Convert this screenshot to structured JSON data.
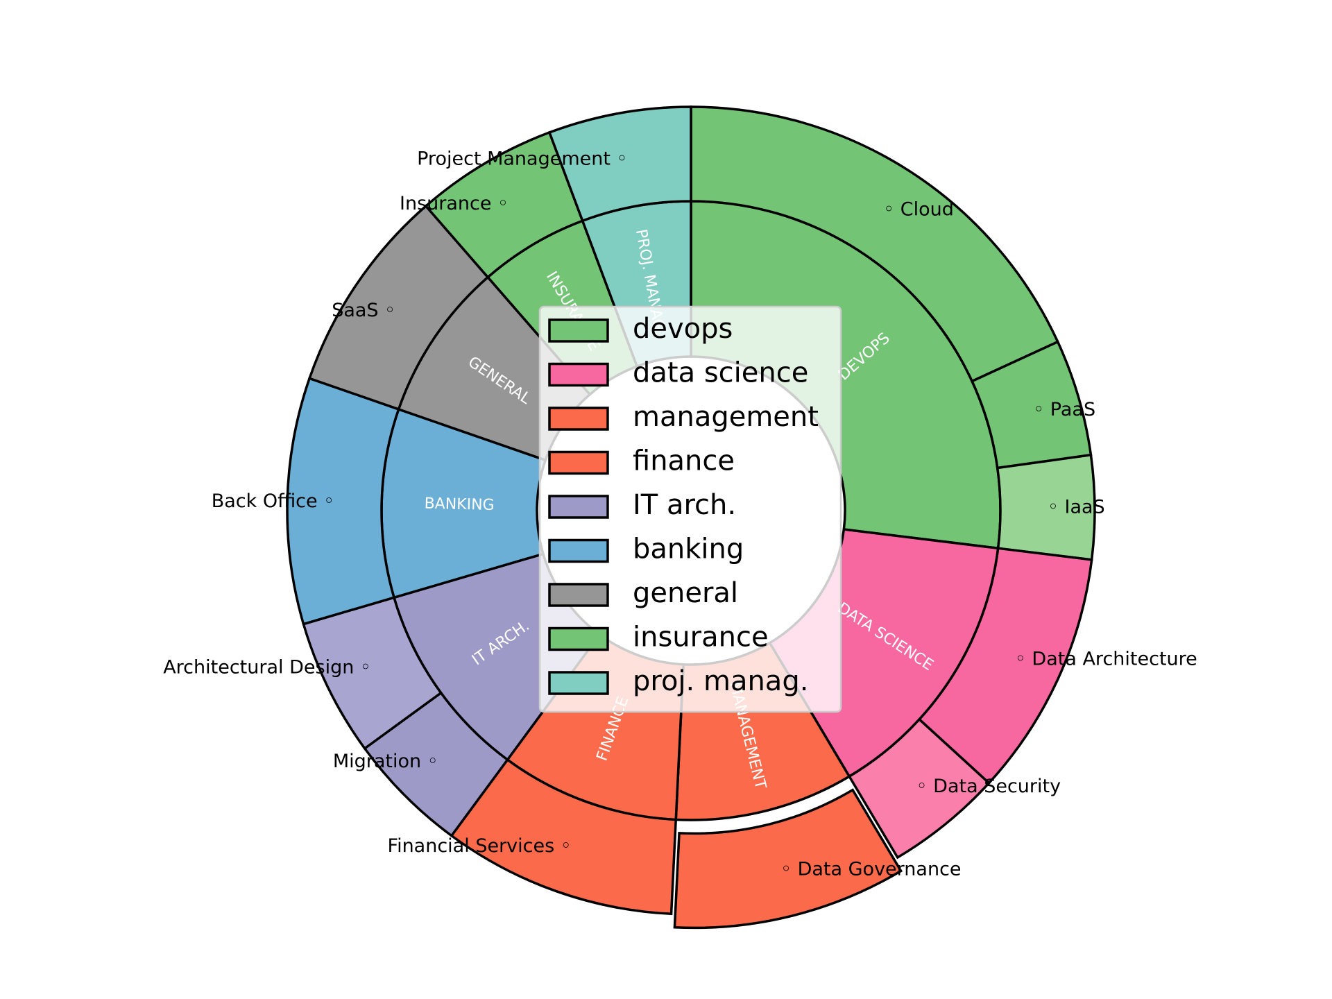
{
  "chart_data": {
    "type": "sunburst",
    "inner_ring": [
      {
        "category": "devops",
        "label": "DEVOPS",
        "value": 26.0,
        "color": "#74c476"
      },
      {
        "category": "data science",
        "label": "DATA SCIENCE",
        "value": 14.0,
        "color": "#f768a1"
      },
      {
        "category": "management",
        "label": "MANAGEMENT",
        "value": 9.0,
        "color": "#fb6a4a"
      },
      {
        "category": "finance",
        "label": "FINANCE",
        "value": 9.0,
        "color": "#fb6a4a"
      },
      {
        "category": "IT arch.",
        "label": "IT ARCH.",
        "value": 10.0,
        "color": "#9e9ac8"
      },
      {
        "category": "banking",
        "label": "BANKING",
        "value": 9.5,
        "color": "#6baed6"
      },
      {
        "category": "general",
        "label": "GENERAL",
        "value": 8.0,
        "color": "#969696"
      },
      {
        "category": "insurance",
        "label": "INSURANCE",
        "value": 5.5,
        "color": "#74c476"
      },
      {
        "category": "proj. manag.",
        "label": "PROJ. MANAG.",
        "value": 5.5,
        "color": "#80cdc1"
      }
    ],
    "outer_ring": [
      {
        "label": "Cloud",
        "parent": "devops",
        "value": 17.5,
        "color": "#74c476"
      },
      {
        "label": "PaaS",
        "parent": "devops",
        "value": 4.5,
        "color": "#74c476"
      },
      {
        "label": "IaaS",
        "parent": "devops",
        "value": 4.0,
        "color": "#98d594"
      },
      {
        "label": "Data Architecture",
        "parent": "data science",
        "value": 9.5,
        "color": "#f768a1"
      },
      {
        "label": "Data Security",
        "parent": "data science",
        "value": 4.5,
        "color": "#fa7faa"
      },
      {
        "label": "Data Governance",
        "parent": "management",
        "value": 9.0,
        "color": "#fb6a4a",
        "exploded": true
      },
      {
        "label": "Financial Services",
        "parent": "finance",
        "value": 9.0,
        "color": "#fb6a4a"
      },
      {
        "label": "Migration",
        "parent": "IT arch.",
        "value": 4.7,
        "color": "#9e9ac8"
      },
      {
        "label": "Architectural Design",
        "parent": "IT arch.",
        "value": 5.3,
        "color": "#a8a6d0"
      },
      {
        "label": "Back Office",
        "parent": "banking",
        "value": 9.5,
        "color": "#6baed6"
      },
      {
        "label": "SaaS",
        "parent": "general",
        "value": 8.0,
        "color": "#969696"
      },
      {
        "label": "Insurance",
        "parent": "insurance",
        "value": 5.5,
        "color": "#74c476"
      },
      {
        "label": "Project Management",
        "parent": "proj. manag.",
        "value": 5.5,
        "color": "#80cdc1"
      }
    ],
    "legend": {
      "placement": "center",
      "entries": [
        {
          "label": "devops",
          "color": "#74c476"
        },
        {
          "label": "data science",
          "color": "#f768a1"
        },
        {
          "label": "management",
          "color": "#fb6a4a"
        },
        {
          "label": "finance",
          "color": "#fb6a4a"
        },
        {
          "label": "IT arch.",
          "color": "#9e9ac8"
        },
        {
          "label": "banking",
          "color": "#6baed6"
        },
        {
          "label": "general",
          "color": "#969696"
        },
        {
          "label": "insurance",
          "color": "#74c476"
        },
        {
          "label": "proj. manag.",
          "color": "#80cdc1"
        }
      ]
    },
    "label_marker": "◦",
    "grid": false
  }
}
